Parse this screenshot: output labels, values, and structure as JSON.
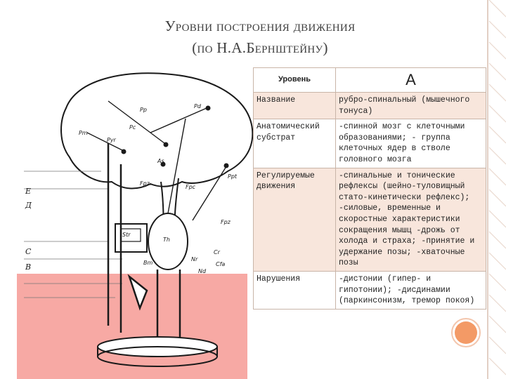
{
  "slide": {
    "title_line1": "Уровни построения движения",
    "title_line2": "(по Н.А.Бернштейну)"
  },
  "table": {
    "header_label": "Уровень",
    "header_code": "А",
    "rows": [
      {
        "label": "Название",
        "value": "рубро-спинальный (мышечного тонуса)"
      },
      {
        "label": "Анатомический субстрат",
        "value": "-спинной мозг с клеточными образованиями; - группа клеточных ядер в стволе головного мозга"
      },
      {
        "label": "Регулируемые движения",
        "value": "-спинальные и тонические рефлексы (шейно-туловищный стато-кинетически рефлекс); -силовые, временные и скоростные характеристики сокращения мышц -дрожь от холода и страха; -принятие и удержание позы; -хваточные позы"
      },
      {
        "label": "Нарушения",
        "value": "-дистонии (гипер- и гипотонии); -дисдинамии (паркинсонизм, тремор покоя)"
      }
    ]
  },
  "diagram": {
    "labels": [
      "Pyr",
      "Pc",
      "Pp",
      "Pm",
      "As",
      "Fpz",
      "Fpc",
      "Str",
      "Pd",
      "Ppt",
      "Fpz",
      "Th",
      "Cr",
      "Nr",
      "Bm",
      "Nd",
      "Cfa"
    ],
    "level_markers": [
      "Е",
      "Д",
      "С",
      "В"
    ]
  },
  "colors": {
    "pink_band": "#f7a9a4",
    "row_tint": "#f8e6dc",
    "accent_circle": "#f39a66",
    "border_stripe": "#e8d8cf"
  }
}
